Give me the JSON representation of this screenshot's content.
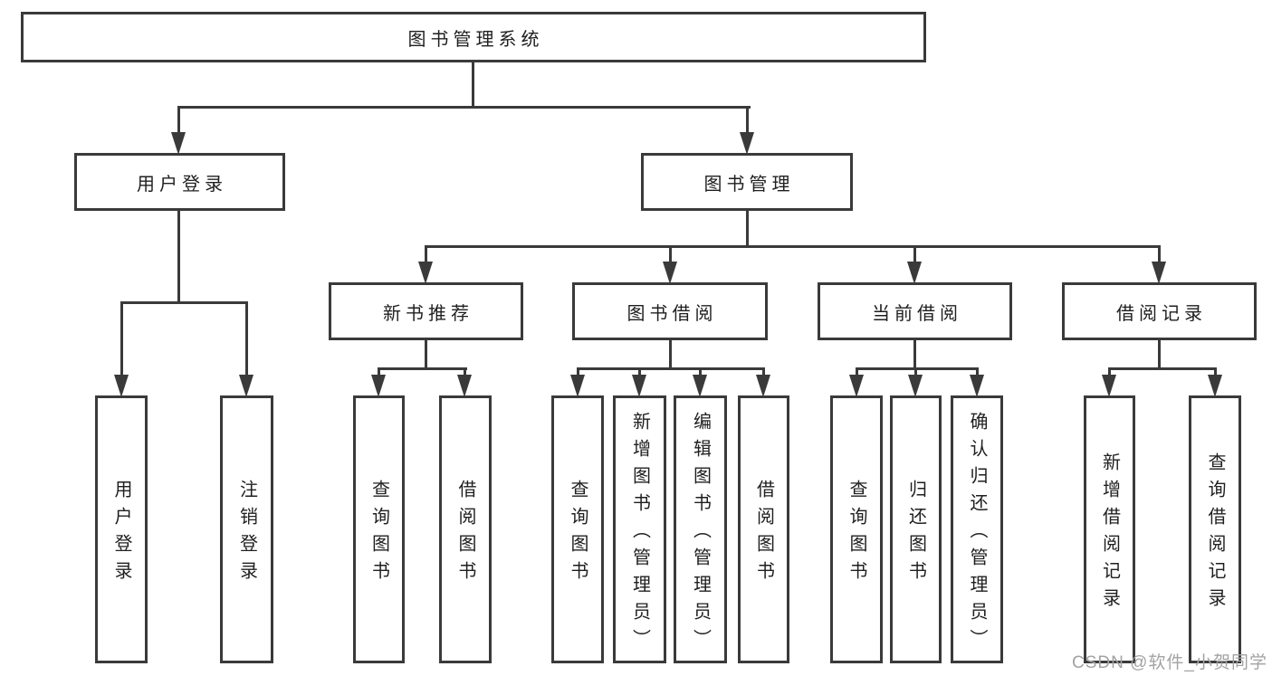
{
  "tree": {
    "root": {
      "label": "图书管理系统"
    },
    "branches": [
      {
        "label": "用户登录",
        "children": [
          {
            "label": "用户登录"
          },
          {
            "label": "注销登录"
          }
        ]
      },
      {
        "label": "图书管理",
        "children": [
          {
            "label": "新书推荐",
            "children": [
              {
                "label": "查询图书"
              },
              {
                "label": "借阅图书"
              }
            ]
          },
          {
            "label": "图书借阅",
            "children": [
              {
                "label": "查询图书"
              },
              {
                "label": "新增图书（管理员）"
              },
              {
                "label": "编辑图书（管理员）"
              },
              {
                "label": "借阅图书"
              }
            ]
          },
          {
            "label": "当前借阅",
            "children": [
              {
                "label": "查询图书"
              },
              {
                "label": "归还图书"
              },
              {
                "label": "确认归还（管理员）"
              }
            ]
          },
          {
            "label": "借阅记录",
            "children": [
              {
                "label": "新增借阅记录"
              },
              {
                "label": "查询借阅记录"
              }
            ]
          }
        ]
      }
    ]
  },
  "watermark": {
    "text": "CSDN @软件_小贺同学"
  },
  "colors": {
    "line": "#3a3a3a",
    "text": "#1f1f1f",
    "background": "#ffffff",
    "watermark": "#a3a3a3"
  }
}
